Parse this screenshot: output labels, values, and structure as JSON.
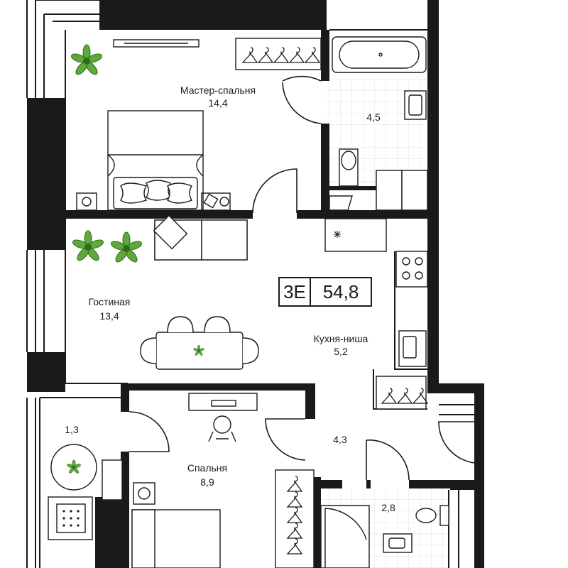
{
  "plan": {
    "type_label": "3Е",
    "total_area": "54,8",
    "rooms": [
      {
        "id": "master-bedroom",
        "name": "Мастер-спальня",
        "area": "14,4"
      },
      {
        "id": "bathroom-1",
        "name": "",
        "area": "4,5"
      },
      {
        "id": "living-room",
        "name": "Гостиная",
        "area": "13,4"
      },
      {
        "id": "kitchen-niche",
        "name": "Кухня-ниша",
        "area": "5,2"
      },
      {
        "id": "hallway",
        "name": "",
        "area": "4,3"
      },
      {
        "id": "balcony",
        "name": "",
        "area": "1,3"
      },
      {
        "id": "bedroom",
        "name": "Спальня",
        "area": "8,9"
      },
      {
        "id": "bathroom-2",
        "name": "",
        "area": "2,8"
      }
    ]
  },
  "colors": {
    "wall": "#1a1a1a",
    "plant": "#5fa83a",
    "plant_dark": "#2f6b1e",
    "tile": "#e2e2e2"
  }
}
